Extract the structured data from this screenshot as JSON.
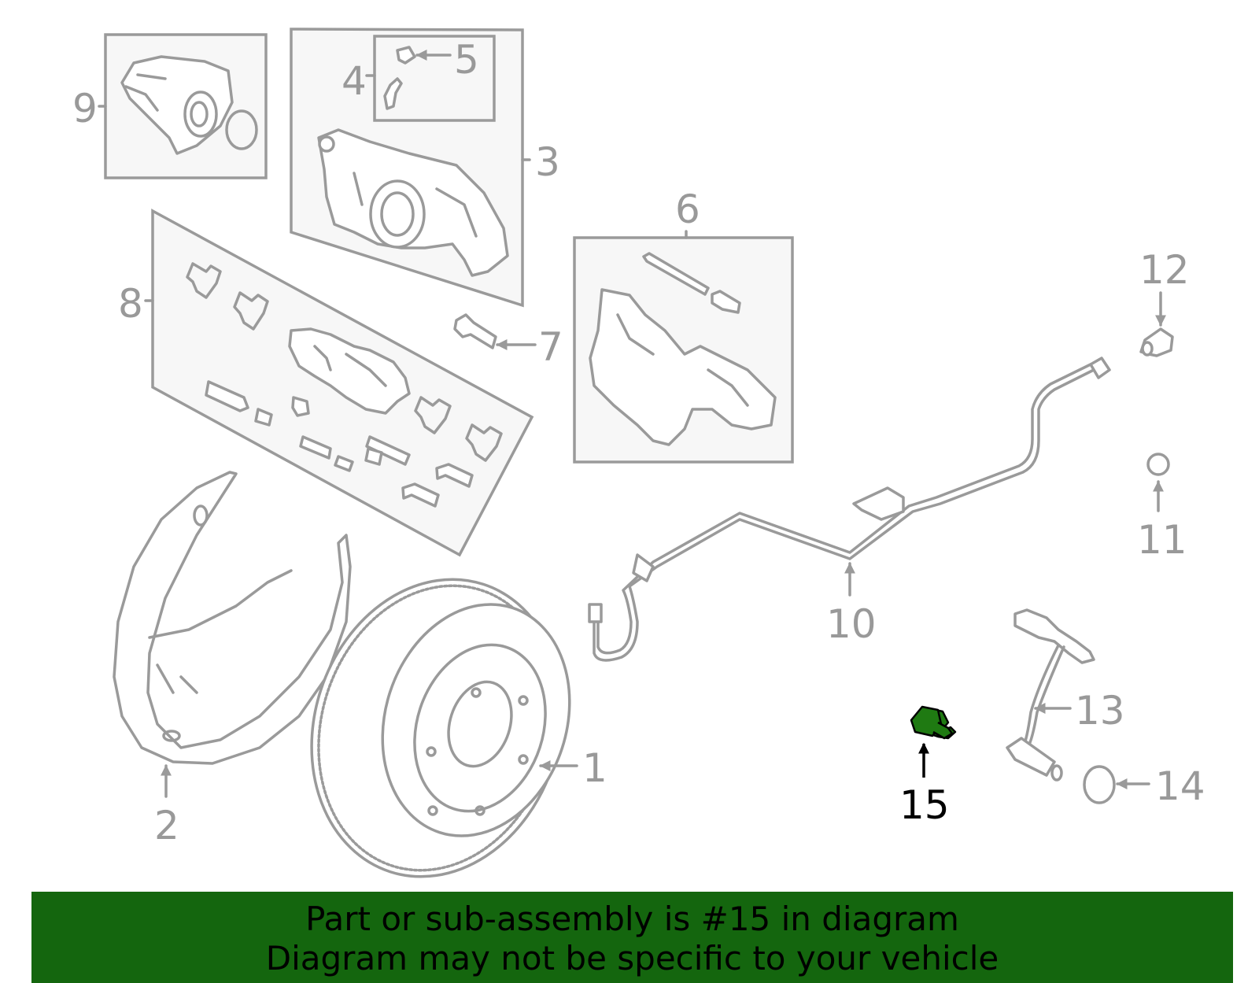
{
  "callouts": {
    "c1": "1",
    "c2": "2",
    "c3": "3",
    "c4": "4",
    "c5": "5",
    "c6": "6",
    "c7": "7",
    "c8": "8",
    "c9": "9",
    "c10": "10",
    "c11": "11",
    "c12": "12",
    "c13": "13",
    "c14": "14",
    "c15": "15"
  },
  "highlight_part": "15",
  "banner": {
    "line1": "Part or sub-assembly is #15 in diagram",
    "line2": "Diagram may not be specific to your vehicle"
  },
  "colors": {
    "line": "#9a9a9a",
    "highlight_fill": "#1f7a12",
    "banner_bg": "#14660e"
  }
}
